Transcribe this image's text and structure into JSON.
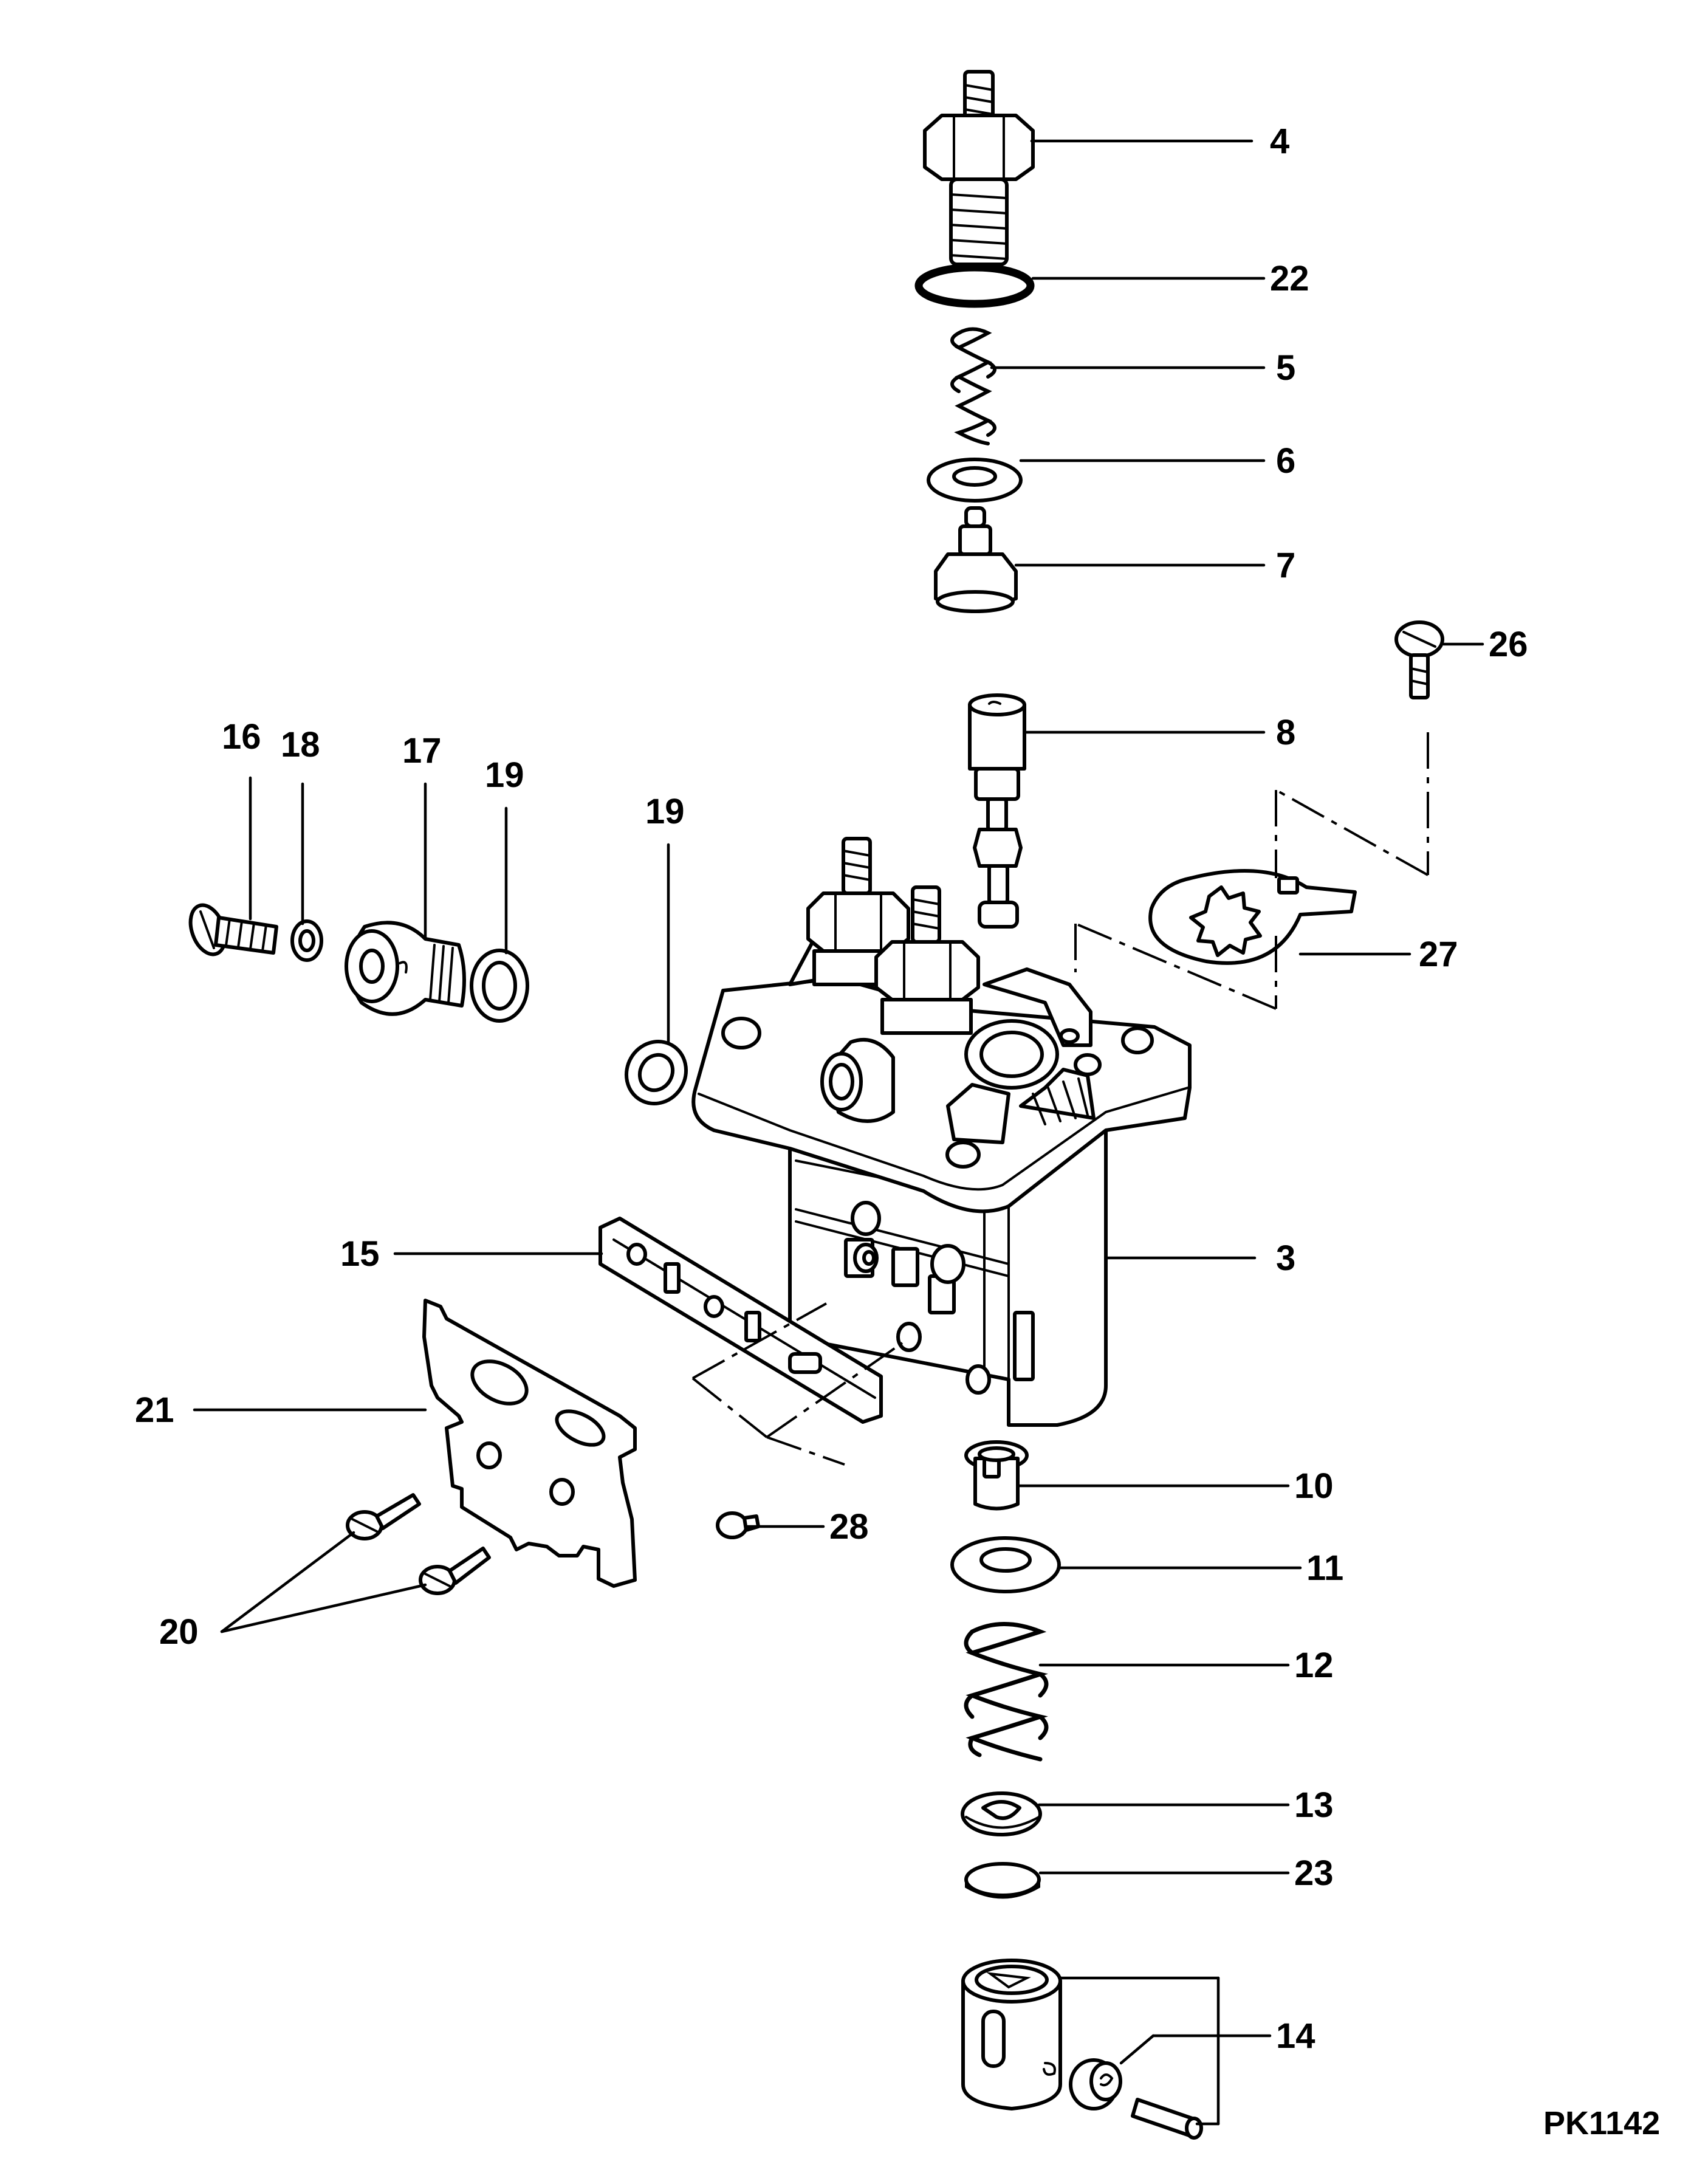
{
  "diagram": {
    "reference_code": "PK1142",
    "labels": {
      "l4": "4",
      "l22": "22",
      "l5": "5",
      "l6": "6",
      "l7": "7",
      "l26": "26",
      "l8": "8",
      "l27": "27",
      "l16": "16",
      "l18": "18",
      "l17": "17",
      "l19a": "19",
      "l19b": "19",
      "l3": "3",
      "l15": "15",
      "l21": "21",
      "l10": "10",
      "l11": "11",
      "l28": "28",
      "l20": "20",
      "l12": "12",
      "l13": "13",
      "l23": "23",
      "l14": "14"
    }
  }
}
